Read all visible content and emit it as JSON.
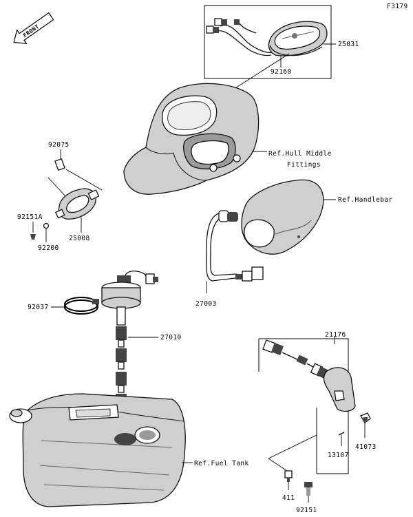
{
  "figure_code": "F3179",
  "front_badge": "FRONT",
  "callouts": {
    "p25031": "25031",
    "p92160": "92160",
    "ref_hull_line1": "Ref.Hull Middle",
    "ref_hull_line2": "Fittings",
    "p92075": "92075",
    "p92151a": "92151A",
    "p92200": "92200",
    "p25008": "25008",
    "ref_handlebar": "Ref.Handlebar",
    "p27003": "27003",
    "p92037": "92037",
    "p27010": "27010",
    "p21176": "21176",
    "p41073": "41073",
    "p13107": "13107",
    "ref_fuel_tank": "Ref.Fuel Tank",
    "p411": "411",
    "p92151": "92151"
  }
}
